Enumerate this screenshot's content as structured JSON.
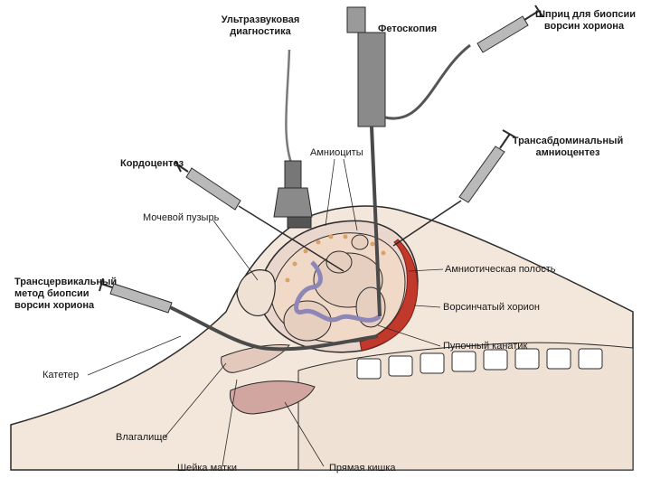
{
  "labels": {
    "ultrasound_line1": "Ультразвуковая",
    "ultrasound_line2": "диагностика",
    "fetoscopy": "Фетоскопия",
    "syringe_biopsy_line1": "Шприц для биопсии",
    "syringe_biopsy_line2": "ворсин хориона",
    "amniocytes": "Амниоциты",
    "cordocentesis": "Кордоцентез",
    "transabdominal_line1": "Трансабдоминальный",
    "transabdominal_line2": "амниоцентез",
    "bladder": "Мочевой пузырь",
    "amniotic_cavity": "Амниотическая полость",
    "transcervical_line1": "Трансцервикальный",
    "transcervical_line2": "метод биопсии",
    "transcervical_line3": "ворсин хориона",
    "chorion": "Ворсинчатый хорион",
    "umbilical_cord": "Пупочный канатик",
    "catheter": "Катетер",
    "vagina": "Влагалище",
    "cervix": "Шейка матки",
    "rectum": "Прямая кишка"
  },
  "colors": {
    "outline": "#2b2b2b",
    "skin": "#f3e6da",
    "uterus": "#e9d6cc",
    "amniotic": "#f1d9c8",
    "placenta": "#c0392b",
    "cord": "#8f86b8",
    "fetus": "#e7cfc0",
    "instrument": "#5a5a5a"
  }
}
